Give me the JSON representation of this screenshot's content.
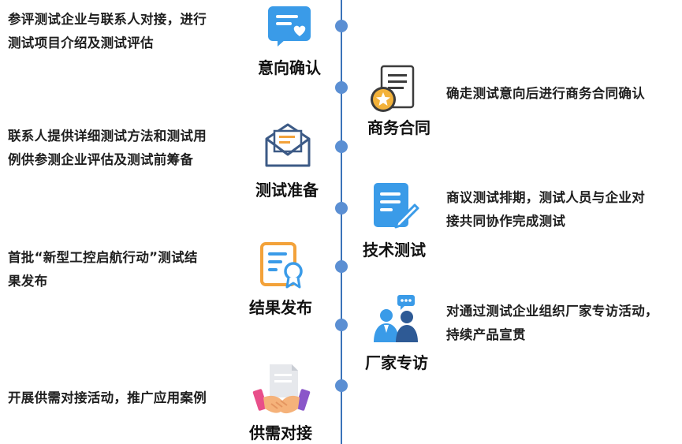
{
  "steps": [
    {
      "label": "意向确认",
      "desc_line1": "参评测试企业与联系人对接，进行",
      "desc_line2": "测试项目介绍及测试评估",
      "icon": "message-heart-icon"
    },
    {
      "label": "商务合同",
      "desc_line1": "确走测试意向后进行商务合同确认",
      "desc_line2": "",
      "icon": "contract-seal-icon"
    },
    {
      "label": "测试准备",
      "desc_line1": "联系人提供详细测试方法和测试用",
      "desc_line2": "例供参测企业评估及测试前筹备",
      "icon": "envelope-icon"
    },
    {
      "label": "技术测试",
      "desc_line1": "商议测试排期，测试人员与企业对",
      "desc_line2": "接共同协作完成测试",
      "icon": "document-edit-icon"
    },
    {
      "label": "结果发布",
      "desc_line1": "首批“新型工控启航行动”测试结",
      "desc_line2": "果发布",
      "icon": "certificate-icon"
    },
    {
      "label": "厂家专访",
      "desc_line1": "对通过测试企业组织厂家专访活动，",
      "desc_line2": "持续产品宣贯",
      "icon": "interview-people-icon"
    },
    {
      "label": "供需对接",
      "desc_line1": "开展供需对接活动，推广应用案例",
      "desc_line2": "",
      "icon": "handshake-icon"
    }
  ],
  "colors": {
    "line": "#3b73b9",
    "dot": "#5b8fd3",
    "blue": "#3a9be8",
    "orange": "#f3a23a",
    "navy": "#3c5a86"
  }
}
